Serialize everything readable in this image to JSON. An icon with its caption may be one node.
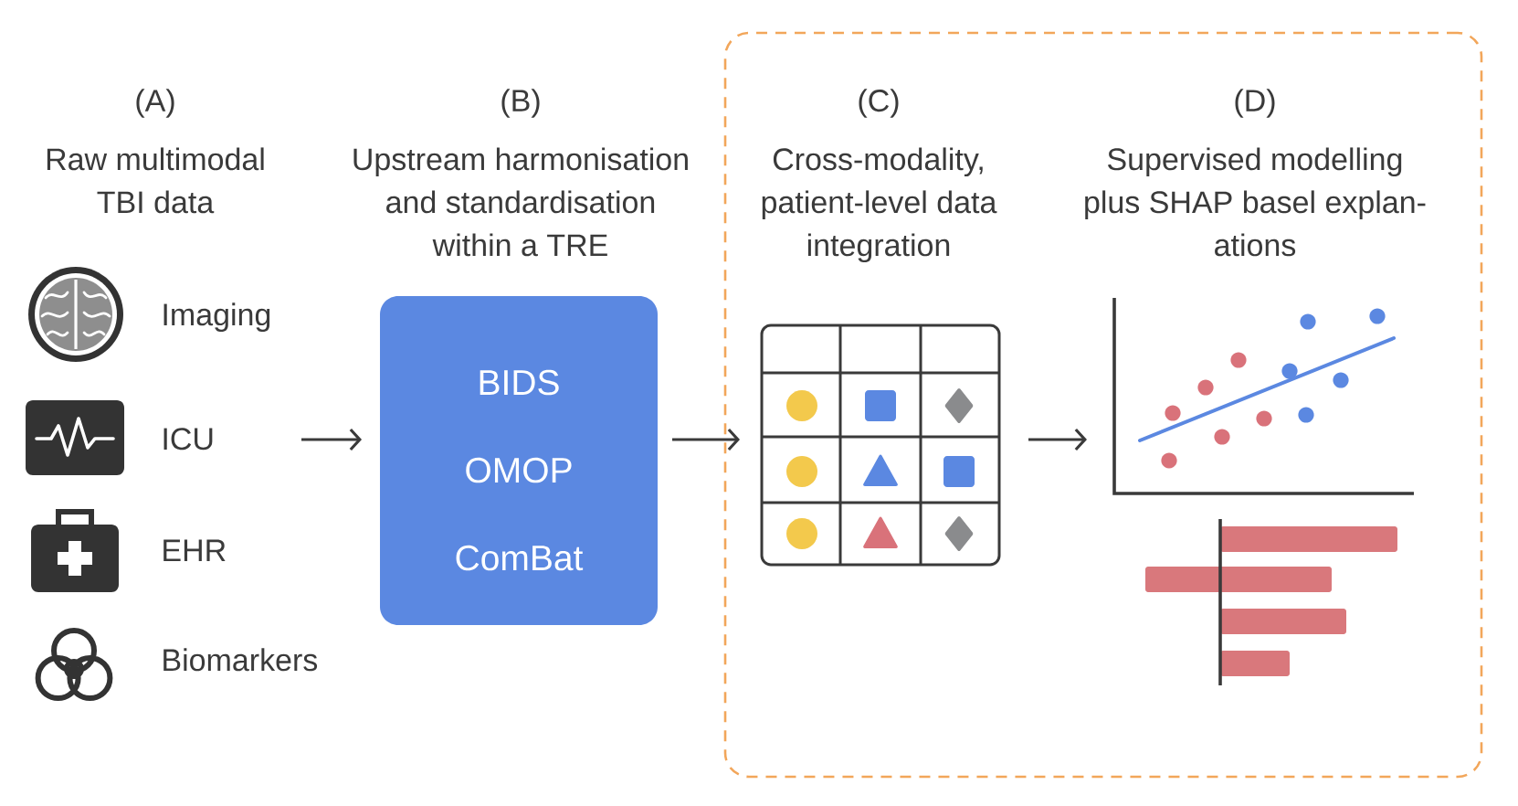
{
  "diagram": {
    "nodes": [
      {
        "text": [
          "(A)",
          "Raw multimodal TBI data",
          "Imaging",
          "ICU",
          "EHR",
          "Biomarkers"
        ]
      },
      {
        "text": [
          "(B)",
          "Upstream harmonisation and standardisation within a TRE",
          "BIDS",
          "OMOP",
          "ComBat"
        ]
      },
      {
        "text": [],
        "shape": "box"
      },
      {
        "text": [
          "(C)",
          "Cross-modality, patient-level data integration"
        ],
        "in": 2
      },
      {
        "text": [
          "(D)",
          "Supervised modelling plus SHAP basel explan- ations"
        ],
        "in": 2
      }
    ],
    "edges": [
      {
        "from": 0,
        "to": 1,
        "arrow": "to"
      },
      {
        "from": 1,
        "to": 3,
        "arrow": "to"
      },
      {
        "from": 3,
        "to": 4,
        "arrow": "to"
      }
    ]
  }
}
